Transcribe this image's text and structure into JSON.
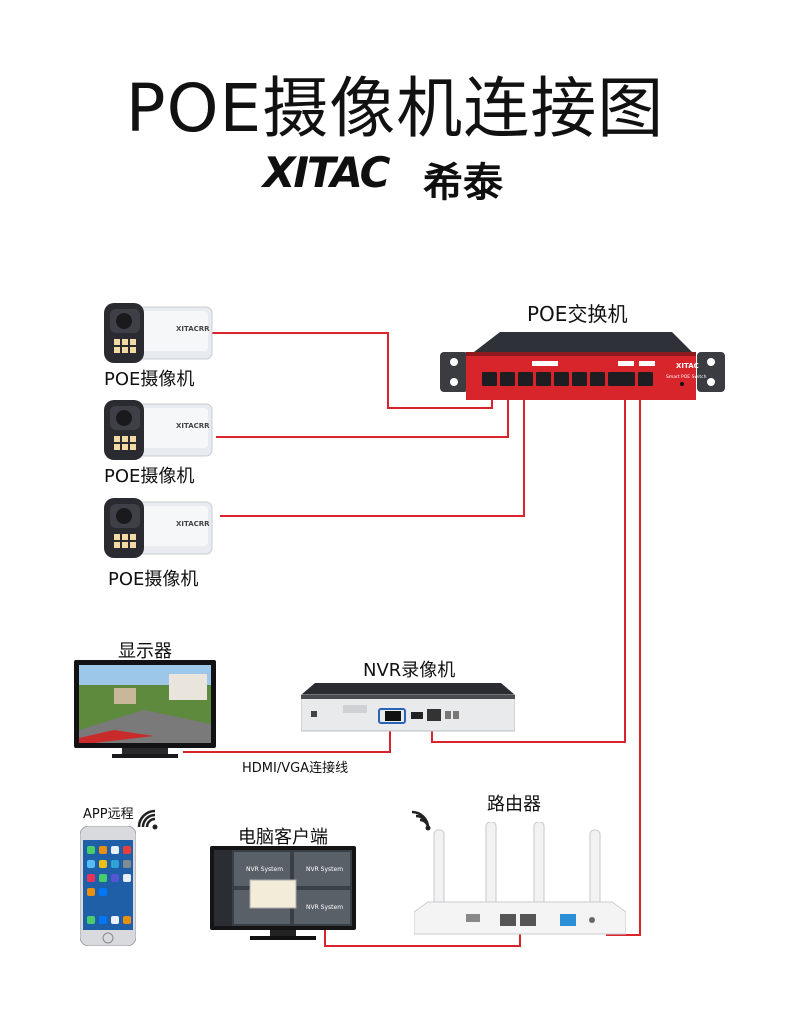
{
  "title": "POE摄像机连接图",
  "brand": {
    "latin": "XITAC",
    "chinese": "希泰",
    "camera_mark": "XITACRR"
  },
  "labels": {
    "switch": "POE交换机",
    "camera": "POE摄像机",
    "monitor": "显示器",
    "nvr": "NVR录像机",
    "cable": "HDMI/VGA连接线",
    "app": "APP远程",
    "client": "电脑客户端",
    "router": "路由器"
  },
  "switch_panel": {
    "brand": "XITAC",
    "model": "Smart POE Switch"
  },
  "screen_text": {
    "nvr_system": "NVR System"
  },
  "colors": {
    "wire": "#d9232d",
    "switch_body": "#d8242b",
    "switch_top": "#2f3138"
  },
  "icons": [
    "camera-icon",
    "poe-switch-icon",
    "monitor-icon",
    "nvr-icon",
    "router-icon",
    "smartphone-icon",
    "wifi-icon",
    "pc-client-icon"
  ]
}
